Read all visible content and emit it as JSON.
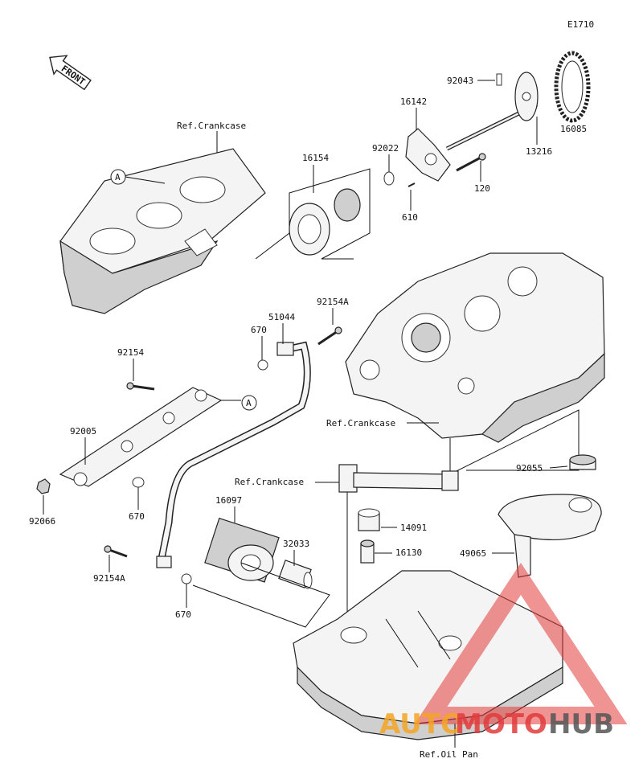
{
  "code": "E1710",
  "front": "FRONT",
  "labels": {
    "p92043": "92043",
    "p16142": "16142",
    "p92022": "92022",
    "p16154": "16154",
    "p16085": "16085",
    "p13216": "13216",
    "p120": "120",
    "p610": "610",
    "ref_crankcase_top": "Ref.Crankcase",
    "callout_a": "A",
    "p92154a_top": "92154A",
    "p51044": "51044",
    "p670_top": "670",
    "p92154": "92154",
    "p92005": "92005",
    "p92066": "92066",
    "p670_mid": "670",
    "ref_crankcase_mid": "Ref.Crankcase",
    "p92055": "92055",
    "ref_crankcase_low": "Ref.Crankcase",
    "p16097": "16097",
    "p32033": "32033",
    "p14091": "14091",
    "p16130": "16130",
    "p49065": "49065",
    "p92154a_bottom": "92154A",
    "p670_bottom": "670",
    "ref_oil_pan": "Ref.Oil Pan"
  },
  "watermark": {
    "part1": "AUTO",
    "part2": "MOTO",
    "part3": "HUB",
    "color_orange": "#f5a623",
    "color_red": "#e23b3b",
    "color_gray": "#555555"
  }
}
